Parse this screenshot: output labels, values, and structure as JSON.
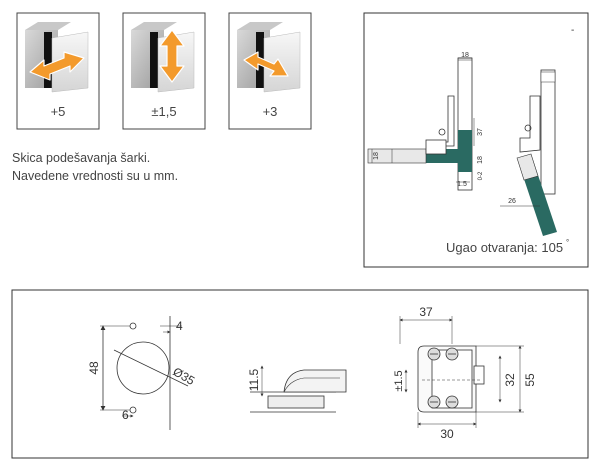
{
  "adjustments": [
    {
      "label": "+5",
      "direction": "depth"
    },
    {
      "label": "±1,5",
      "direction": "vertical"
    },
    {
      "label": "+3",
      "direction": "side"
    }
  ],
  "caption": {
    "line1": "Skica podešavanja šarki.",
    "line2": "Navedene vrednosti su u mm."
  },
  "section": {
    "corner_mark": "-",
    "dims": {
      "top": "18",
      "right_a": "37",
      "right_b": "18",
      "right_c": "0-2",
      "left": "18",
      "bottom": "1.5",
      "open_leg": "26"
    },
    "opening_label": "Ugao otvaranja: 105",
    "degree": "°"
  },
  "drawing": {
    "cup": {
      "width": "4",
      "height": "48",
      "offset": "6",
      "diameter": "Ø35"
    },
    "side": {
      "height": "11.5"
    },
    "plate": {
      "top": "37",
      "left": "±1.5",
      "right_a": "32",
      "right_b": "55",
      "bottom": "30"
    }
  },
  "colors": {
    "arrow": "#f39a2c",
    "panel": "#2a6a62",
    "line": "#333333"
  }
}
